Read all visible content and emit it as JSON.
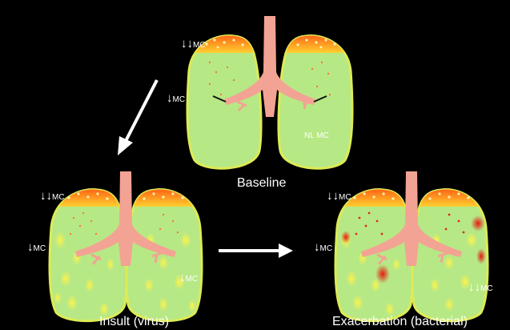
{
  "panels": {
    "baseline": {
      "caption": "Baseline",
      "mc_top": "MC",
      "mc_mid": "MC",
      "mc_right": "NL MC"
    },
    "insult": {
      "caption": "Insult (virus)",
      "mc_top": "MC",
      "mc_mid": "MC",
      "mc_right": "MC"
    },
    "exacerbation": {
      "caption": "Exacerbation (bacterial)",
      "mc_top": "MC",
      "mc_mid": "MC",
      "mc_right": "MC"
    }
  },
  "glyphs": {
    "down_arrow": "↓",
    "double_down_arrow": "↓↓"
  },
  "colors": {
    "background": "#000000",
    "lung": "#b7e886",
    "lung_edge": "#ddeb55",
    "apex": "#ff7a1a",
    "airway": "#f3a393",
    "infection": "#e22a1a",
    "arrow": "#ffffff"
  }
}
